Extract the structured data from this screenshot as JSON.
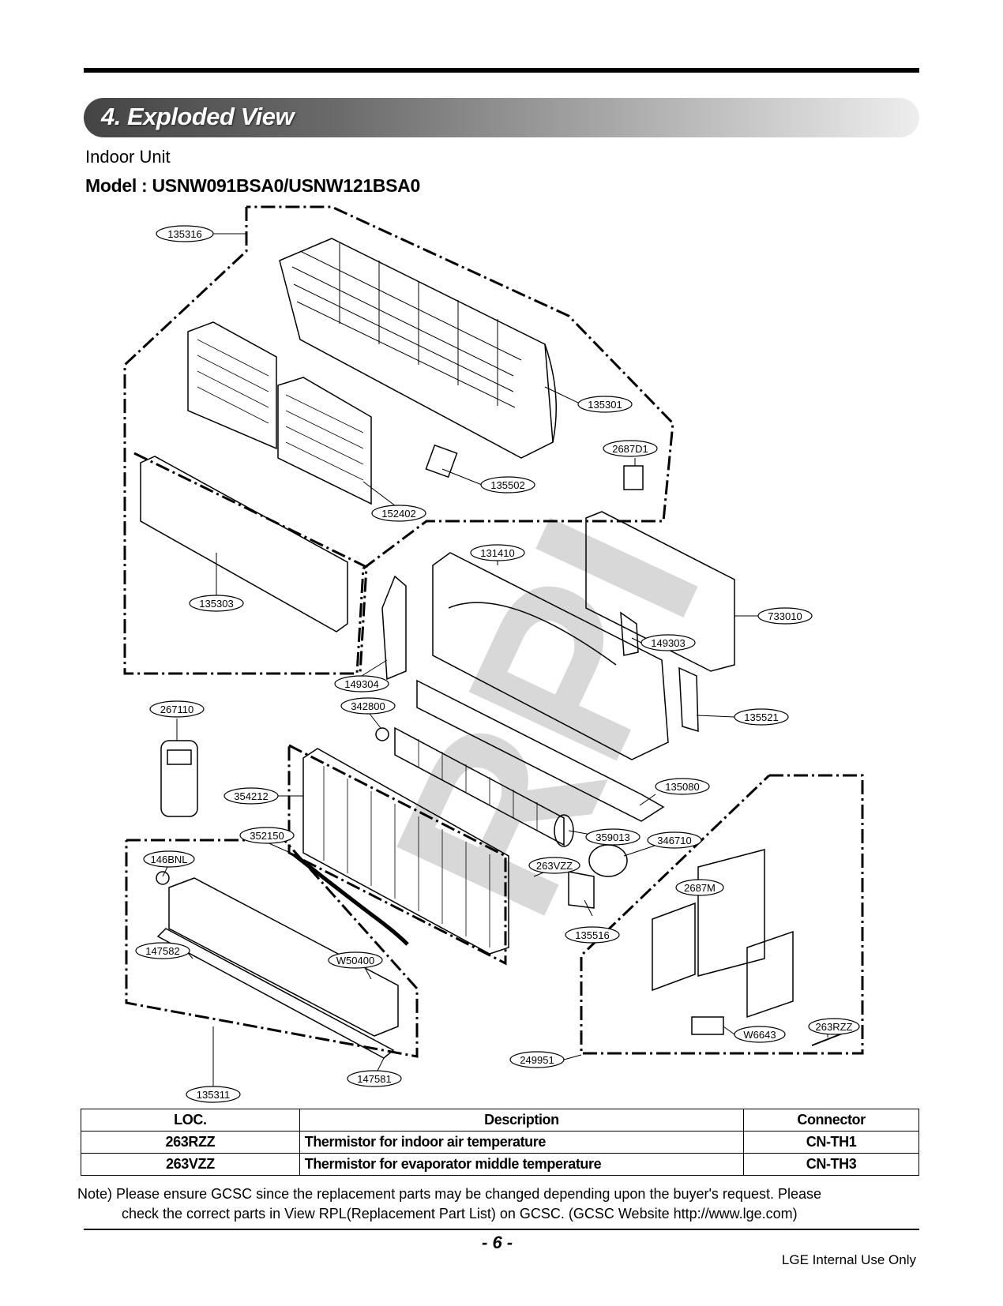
{
  "section": {
    "title": "4. Exploded View"
  },
  "subtitle": "Indoor Unit",
  "model": "Model : USNW091BSA0/USNW121BSA0",
  "watermark": "RPI",
  "callouts": [
    "135316",
    "135301",
    "2687D1",
    "135502",
    "152402",
    "135303",
    "131410",
    "733010",
    "149303",
    "149304",
    "342800",
    "135521",
    "267110",
    "354212",
    "135080",
    "352150",
    "359013",
    "346710",
    "146BNL",
    "263VZZ",
    "2687M",
    "135516",
    "147582",
    "W50400",
    "W6643",
    "263RZZ",
    "249951",
    "147581",
    "135311"
  ],
  "table": {
    "headers": [
      "LOC.",
      "Description",
      "Connector"
    ],
    "rows": [
      [
        "263RZZ",
        "Thermistor for indoor air temperature",
        "CN-TH1"
      ],
      [
        "263VZZ",
        "Thermistor for evaporator middle temperature",
        "CN-TH3"
      ]
    ]
  },
  "note": {
    "line1": "Note) Please ensure GCSC since the replacement parts may be changed depending upon the buyer's request. Please",
    "line2": "check the correct parts in View RPL(Replacement Part List) on GCSC. (GCSC Website http://www.lge.com)"
  },
  "page_number": "- 6 -",
  "footer": "LGE Internal Use Only"
}
